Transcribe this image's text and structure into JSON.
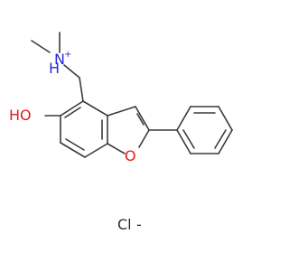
{
  "molecule": {
    "atom_labels": {
      "nitrogen": "N",
      "n_hydrogen": "H",
      "n_charge": "+",
      "hydroxyl": "HO",
      "ring_oxygen": "O"
    },
    "counterion": {
      "symbol": "Cl",
      "charge": "-"
    },
    "colors": {
      "bond": "#3a3a3a",
      "nitrogen": "#2b2bd9",
      "oxygen": "#e11b1b",
      "chloride": "#2a2a2a"
    }
  }
}
